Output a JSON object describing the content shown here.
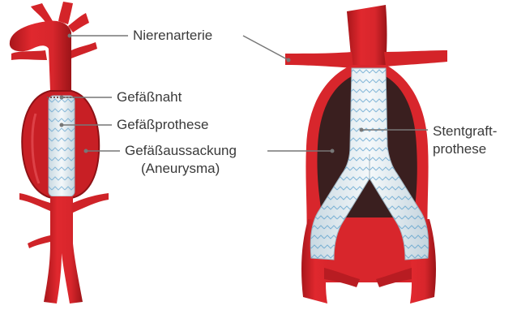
{
  "colors": {
    "artery": "#d8262c",
    "artery_dark": "#9c1418",
    "artery_light": "#ee5a5e",
    "aneurysm_sac": "#3a1f1f",
    "stent_fabric": "#eaf2f6",
    "stent_wire": "#3d8fc4",
    "leader_line": "#777777",
    "text": "#3a3a3a"
  },
  "labels": {
    "nierenarterie": "Nierenarterie",
    "gefaessnaht": "Gefäßnaht",
    "gefaessprothese": "Gefäßprothese",
    "gefaessaussackung_line1": "Gefäßaussackung",
    "gefaessaussackung_line2": "(Aneurysma)",
    "stentgraft_line1": "Stentgraft-",
    "stentgraft_line2": "prothese"
  }
}
